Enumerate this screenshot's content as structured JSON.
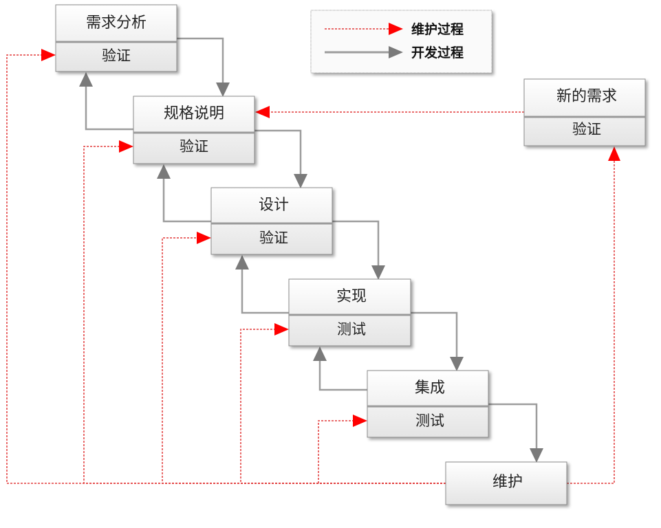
{
  "legend": {
    "maintenance_label": "维护过程",
    "development_label": "开发过程"
  },
  "boxes": {
    "requirements": {
      "title": "需求分析",
      "sub": "验证"
    },
    "specification": {
      "title": "规格说明",
      "sub": "验证"
    },
    "design": {
      "title": "设计",
      "sub": "验证"
    },
    "implementation": {
      "title": "实现",
      "sub": "测试"
    },
    "integration": {
      "title": "集成",
      "sub": "测试"
    },
    "maintenance": {
      "title": "维护"
    },
    "new_requirements": {
      "title": "新的需求",
      "sub": "验证"
    }
  },
  "colors": {
    "maintenance": "#ff0000",
    "development": "#808080"
  }
}
